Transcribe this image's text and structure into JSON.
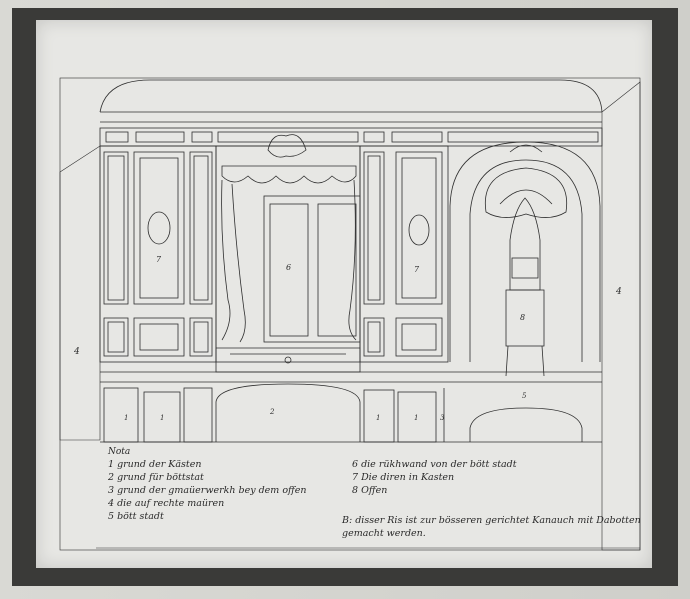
{
  "drawing": {
    "numbers": {
      "panel_left_door": "7",
      "panel_alcove": "6",
      "panel_right_door": "7",
      "panel_stove": "8",
      "left_wall": "4",
      "right_wall": "4",
      "base_1": "1",
      "base_1b": "1",
      "base_2": "2",
      "base_1c": "1",
      "base_1d": "1",
      "base_3": "3",
      "base_5": "5"
    }
  },
  "legend": {
    "header": "Nota",
    "left_items": [
      "1 grund der Kästen",
      "2 grund für böttstat",
      "3 grund der gmaüerwerkh bey dem offen",
      "4 die auf rechte maüren",
      "5 bött stadt"
    ],
    "right_items": [
      "6 die rükhwand von der bött stadt",
      "7 Die diren in Kasten",
      "8 Offen"
    ],
    "note": "B: disser Ris ist zur bösseren gerichtet Kanauch mit Dabotten gemacht werden."
  },
  "colors": {
    "paper": "#e7e7e4",
    "ink": "#2a2a2a",
    "board": "#3a3a38",
    "mount": "#d5d5d0"
  }
}
